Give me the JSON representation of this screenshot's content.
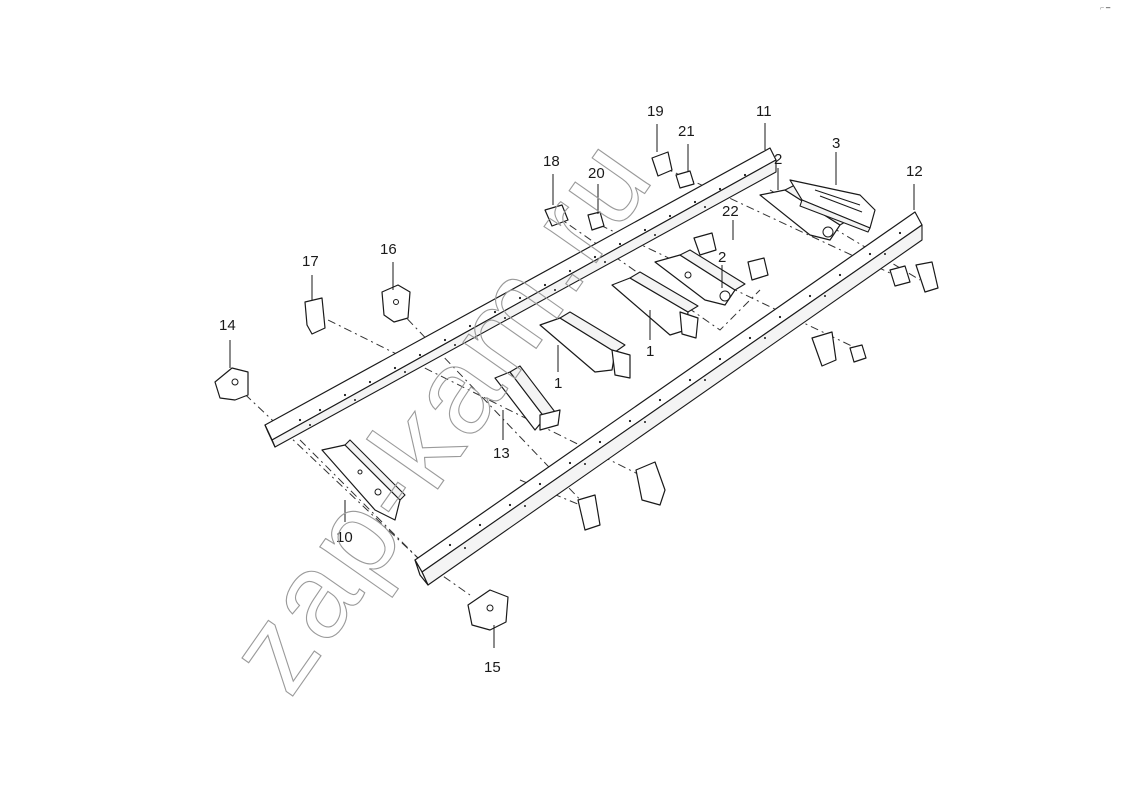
{
  "watermark": "zap-kam.ru",
  "corner_mark": "⌐ ━",
  "callouts": [
    {
      "id": "c-1a",
      "text": "1"
    },
    {
      "id": "c-1b",
      "text": "1"
    },
    {
      "id": "c-2a",
      "text": "2"
    },
    {
      "id": "c-2b",
      "text": "2"
    },
    {
      "id": "c-3",
      "text": "3"
    },
    {
      "id": "c-10",
      "text": "10"
    },
    {
      "id": "c-11",
      "text": "11"
    },
    {
      "id": "c-12",
      "text": "12"
    },
    {
      "id": "c-13",
      "text": "13"
    },
    {
      "id": "c-14",
      "text": "14"
    },
    {
      "id": "c-15",
      "text": "15"
    },
    {
      "id": "c-16",
      "text": "16"
    },
    {
      "id": "c-17",
      "text": "17"
    },
    {
      "id": "c-18",
      "text": "18"
    },
    {
      "id": "c-19",
      "text": "19"
    },
    {
      "id": "c-20",
      "text": "20"
    },
    {
      "id": "c-21",
      "text": "21"
    },
    {
      "id": "c-22",
      "text": "22"
    }
  ]
}
